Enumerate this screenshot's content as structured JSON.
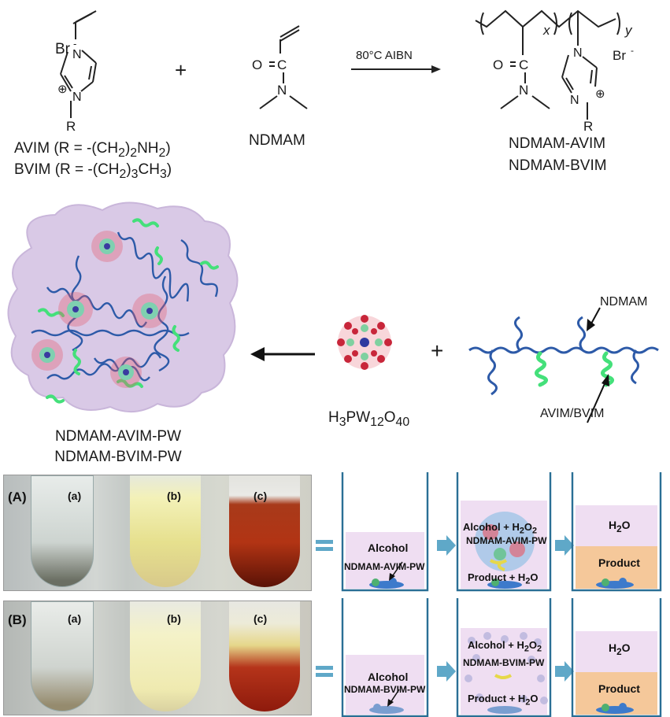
{
  "scheme": {
    "monomer_left": {
      "anion": "Br",
      "anion_sup": "-",
      "r": "R",
      "avim": "AVIM  (R = -(CH",
      "avim_sub1": "2",
      "avim_mid": ")",
      "avim_sub2": "2",
      "avim_end": "NH",
      "avim_sub3": "2",
      "avim_close": ")",
      "bvim": "BVIM  (R = -(CH",
      "bvim_sub1": "2",
      "bvim_mid": ")",
      "bvim_sub2": "3",
      "bvim_end": "CH",
      "bvim_sub3": "3",
      "bvim_close": ")"
    },
    "plus": "+",
    "monomer_mid": {
      "o": "O",
      "c": "C",
      "n": "N",
      "name": "NDMAM"
    },
    "conditions": "80°C  AIBN",
    "polymer": {
      "x": "x",
      "y": "y",
      "o": "O",
      "c": "C",
      "n": "N",
      "n1": "N",
      "n2": "N",
      "br": "Br",
      "br_sup": "-",
      "r": "R",
      "name1": "NDMAM-AVIM",
      "name2": "NDMAM-BVIM"
    }
  },
  "middle": {
    "hpa_pre": "H",
    "hpa_s1": "3",
    "hpa_m": "PW",
    "hpa_s2": "12",
    "hpa_o": "O",
    "hpa_s3": "40",
    "plus": "+",
    "chain_label_top": "NDMAM",
    "chain_label_bottom": "AVIM/BVIM",
    "composite1": "NDMAM-AVIM-PW",
    "composite2": "NDMAM-BVIM-PW"
  },
  "rows": [
    {
      "panel": "(A)",
      "photos": [
        "(a)",
        "(b)",
        "(c)"
      ],
      "beaker1": {
        "line1": "Alcohol",
        "line2": "NDMAM-AVIM-PW"
      },
      "beaker2": {
        "top_pre": "Alcohol  + H",
        "top_sub": "2",
        "top_post": "O",
        "top_sub2": "2",
        "mid": "NDMAM-AVIM-PW",
        "bottom": "Product  + H",
        "bottom_sub": "2",
        "bottom_post": "O"
      },
      "beaker3": {
        "water_pre": "H",
        "water_sub": "2",
        "water_post": "O",
        "product": "Product"
      }
    },
    {
      "panel": "(B)",
      "photos": [
        "(a)",
        "(b)",
        "(c)"
      ],
      "beaker1": {
        "line1": "Alcohol",
        "line2": "NDMAM-BVIM-PW"
      },
      "beaker2": {
        "top_pre": "Alcohol + H",
        "top_sub": "2",
        "top_post": "O",
        "top_sub2": "2",
        "mid": "NDMAM-BVIM-PW",
        "bottom": "Product  + H",
        "bottom_sub": "2",
        "bottom_post": "O"
      },
      "beaker3": {
        "water_pre": "H",
        "water_sub": "2",
        "water_post": "O",
        "product": "Product"
      }
    }
  ]
}
